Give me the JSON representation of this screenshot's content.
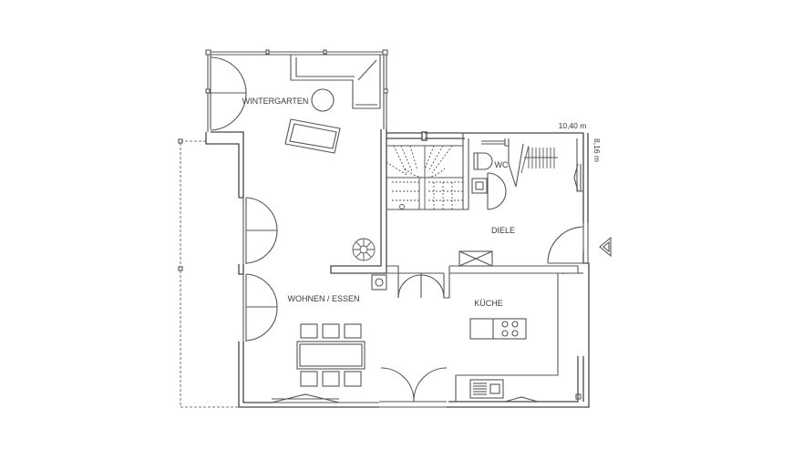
{
  "rooms": {
    "wintergarten": "WINTERGARTEN",
    "wohnen_essen": "WOHNEN / ESSEN",
    "diele": "DIELE",
    "kueche": "KÜCHE",
    "wc": "WC"
  },
  "dimensions": {
    "width": "10,40 m",
    "depth": "8,16 m"
  },
  "colors": {
    "wall": "#444444",
    "line": "#555555",
    "background": "#ffffff"
  }
}
